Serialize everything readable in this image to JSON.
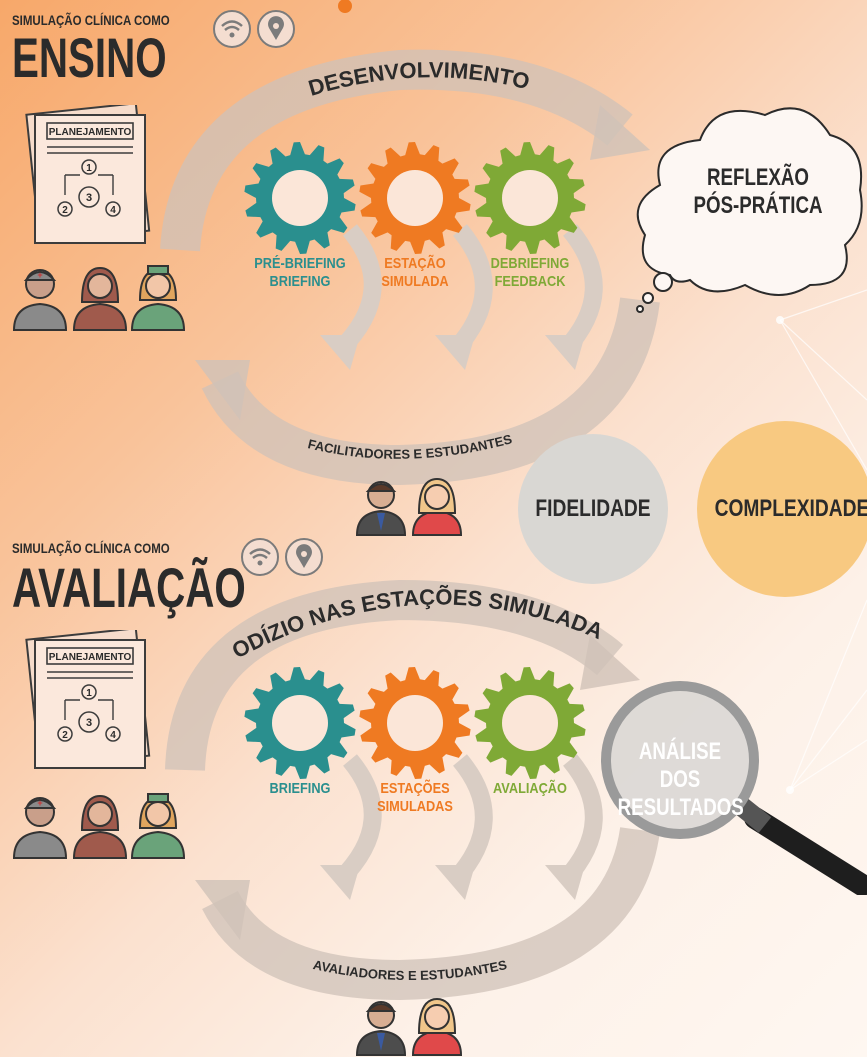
{
  "colors": {
    "teal": "#2a8f8e",
    "orange": "#ef7a22",
    "green": "#7fa936",
    "dark": "#2b2b2b",
    "arrow": "#d7c7bb"
  },
  "top": {
    "prefix": "SIMULAÇÃO CLÍNICA COMO",
    "title": "ENSINO",
    "planning_label": "PLANEJAMENTO",
    "planning_steps": [
      "1",
      "3",
      "2",
      "4"
    ],
    "arc_top": "DESENVOLVIMENTO",
    "arc_bottom": "FACILITADORES E ESTUDANTES",
    "gears": [
      {
        "line1": "PRÉ-BRIEFING",
        "line2": "BRIEFING"
      },
      {
        "line1": "ESTAÇÃO",
        "line2": "SIMULADA"
      },
      {
        "line1": "DEBRIEFING",
        "line2": "FEEDBACK"
      }
    ],
    "cloud_line1": "REFLEXÃO",
    "cloud_line2": "PÓS-PRÁTICA"
  },
  "middle": {
    "circle1": "FIDELIDADE",
    "circle2": "COMPLEXIDADE"
  },
  "bottom": {
    "prefix": "SIMULAÇÃO CLÍNICA COMO",
    "title": "AVALIAÇÃO",
    "planning_label": "PLANEJAMENTO",
    "planning_steps": [
      "1",
      "3",
      "2",
      "4"
    ],
    "arc_top": "RODÍZIO NAS ESTAÇÕES SIMULADAS",
    "arc_bottom": "AVALIADORES E ESTUDANTES",
    "gears": [
      {
        "line1": "BRIEFING",
        "line2": ""
      },
      {
        "line1": "ESTAÇÕES",
        "line2": "SIMULADAS"
      },
      {
        "line1": "AVALIAÇÃO",
        "line2": ""
      }
    ],
    "magnifier_line1": "ANÁLISE DOS",
    "magnifier_line2": "RESULTADOS"
  }
}
